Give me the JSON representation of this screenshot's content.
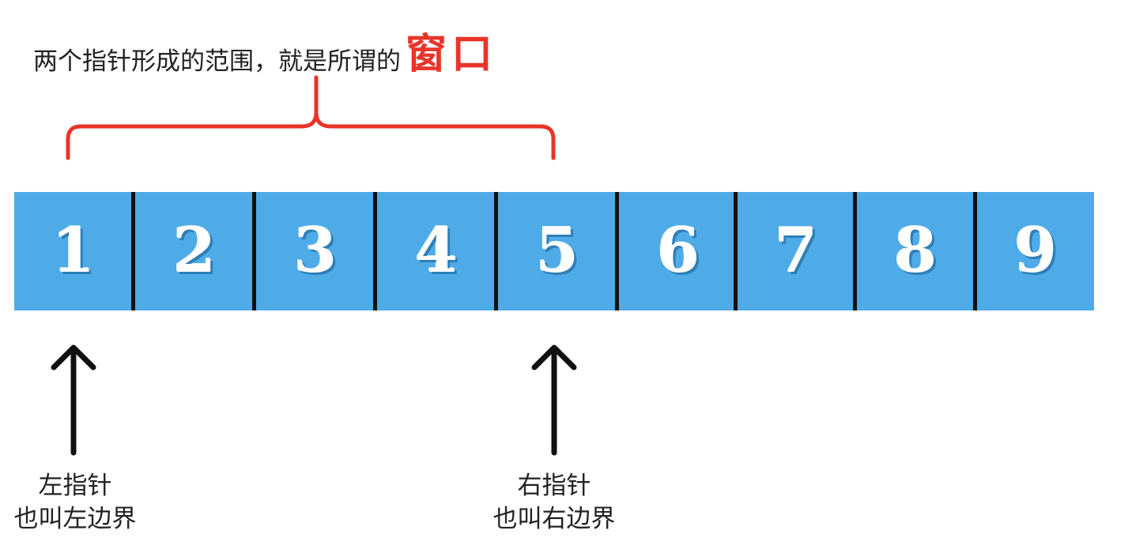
{
  "title": {
    "text": "两个指针形成的范围，就是所谓的",
    "highlight": "窗口"
  },
  "array": {
    "values": [
      "1",
      "2",
      "3",
      "4",
      "5",
      "6",
      "7",
      "8",
      "9"
    ],
    "window_start": 0,
    "window_end": 4
  },
  "left_pointer": {
    "line1": "左指针",
    "line2": "也叫左边界"
  },
  "right_pointer": {
    "line1": "右指针",
    "line2": "也叫右边界"
  },
  "colors": {
    "cell_fill": "#4eabe8",
    "bracket": "#e8342a",
    "highlight": "#e8342a",
    "divider": "#111111",
    "arrow": "#111111"
  }
}
